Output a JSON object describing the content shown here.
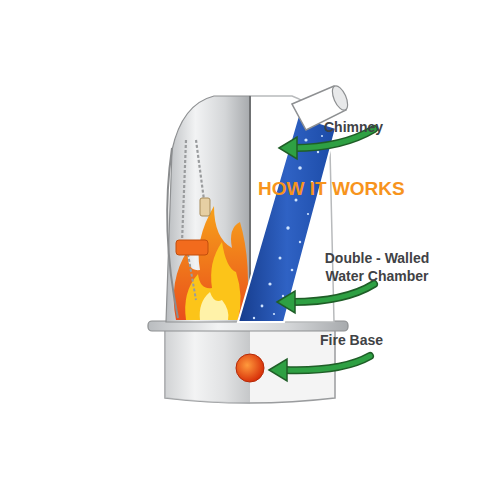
{
  "diagram": {
    "title": "HOW IT WORKS",
    "labels": [
      "Chimney",
      "Double - Walled Water Chamber",
      "Fire Base"
    ]
  }
}
